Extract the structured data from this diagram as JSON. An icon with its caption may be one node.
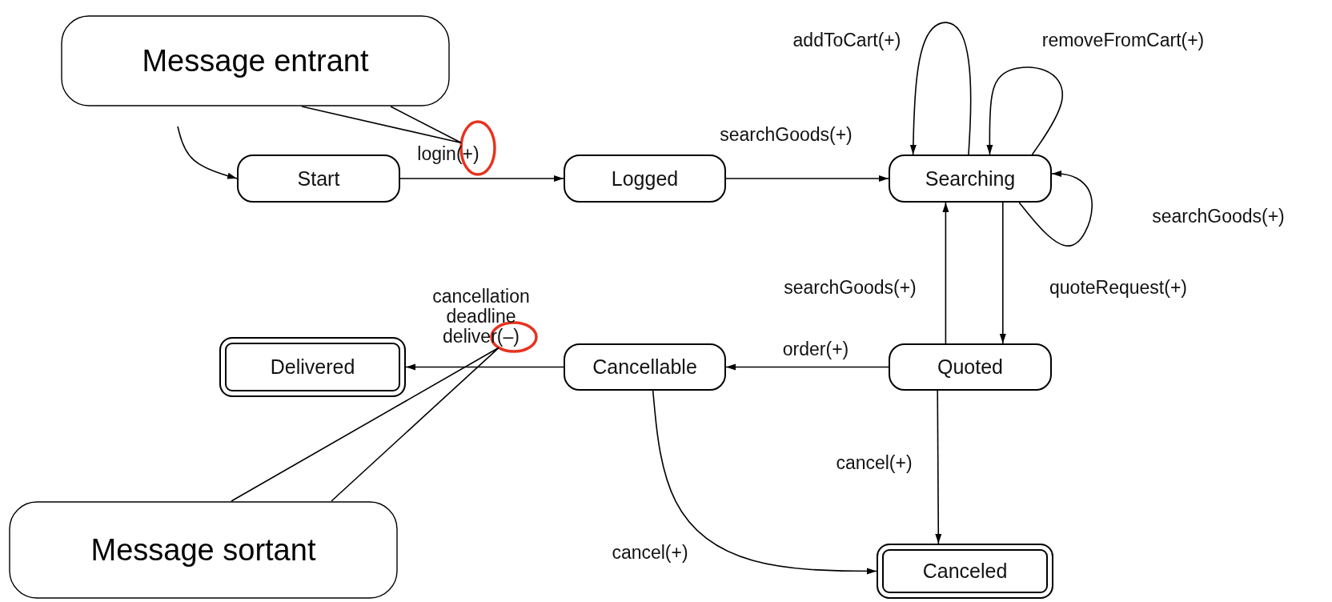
{
  "diagram": {
    "nodes": [
      {
        "text": [
          "Start"
        ]
      },
      {
        "text": [
          "Logged"
        ]
      },
      {
        "text": [
          "Searching"
        ]
      },
      {
        "text": [
          "Quoted"
        ]
      },
      {
        "text": [
          "Cancellable"
        ]
      },
      {
        "text": [
          "Delivered"
        ]
      },
      {
        "text": [
          "Canceled"
        ]
      },
      {
        "text": [
          "Message entrant"
        ]
      },
      {
        "text": [
          "Message sortant"
        ]
      },
      {
        "text": [],
        "shape": "circle"
      },
      {
        "text": [],
        "shape": "circle"
      }
    ],
    "edges": [
      {
        "from": null,
        "to": 0,
        "arrow": "to"
      },
      {
        "from": 0,
        "to": 1,
        "arrow": "to",
        "label": "login(+)"
      },
      {
        "from": 1,
        "to": 2,
        "arrow": "to",
        "label": "searchGoods(+)"
      },
      {
        "from": 2,
        "to": 2,
        "arrow": "to",
        "label": "addToCart(+)"
      },
      {
        "from": 2,
        "to": 2,
        "arrow": "to",
        "label": "removeFromCart(+)"
      },
      {
        "from": 2,
        "to": 2,
        "arrow": "to",
        "label": "searchGoods(+)"
      },
      {
        "from": 2,
        "to": 3,
        "arrow": "to",
        "label": "quoteRequest(+)"
      },
      {
        "from": 3,
        "to": 2,
        "arrow": "to",
        "label": "searchGoods(+)"
      },
      {
        "from": 3,
        "to": 4,
        "arrow": "to",
        "label": "order(+)"
      },
      {
        "from": 3,
        "to": 6,
        "arrow": "to",
        "label": "cancel(+)"
      },
      {
        "from": 4,
        "to": 6,
        "arrow": "to",
        "label": "cancel(+)"
      },
      {
        "from": 4,
        "to": 5,
        "arrow": "to",
        "label": "cancellation deadline deliver(–)"
      },
      {
        "from": 7,
        "to": 9,
        "arrow": "none"
      },
      {
        "from": 8,
        "to": 10,
        "arrow": "none"
      }
    ]
  }
}
